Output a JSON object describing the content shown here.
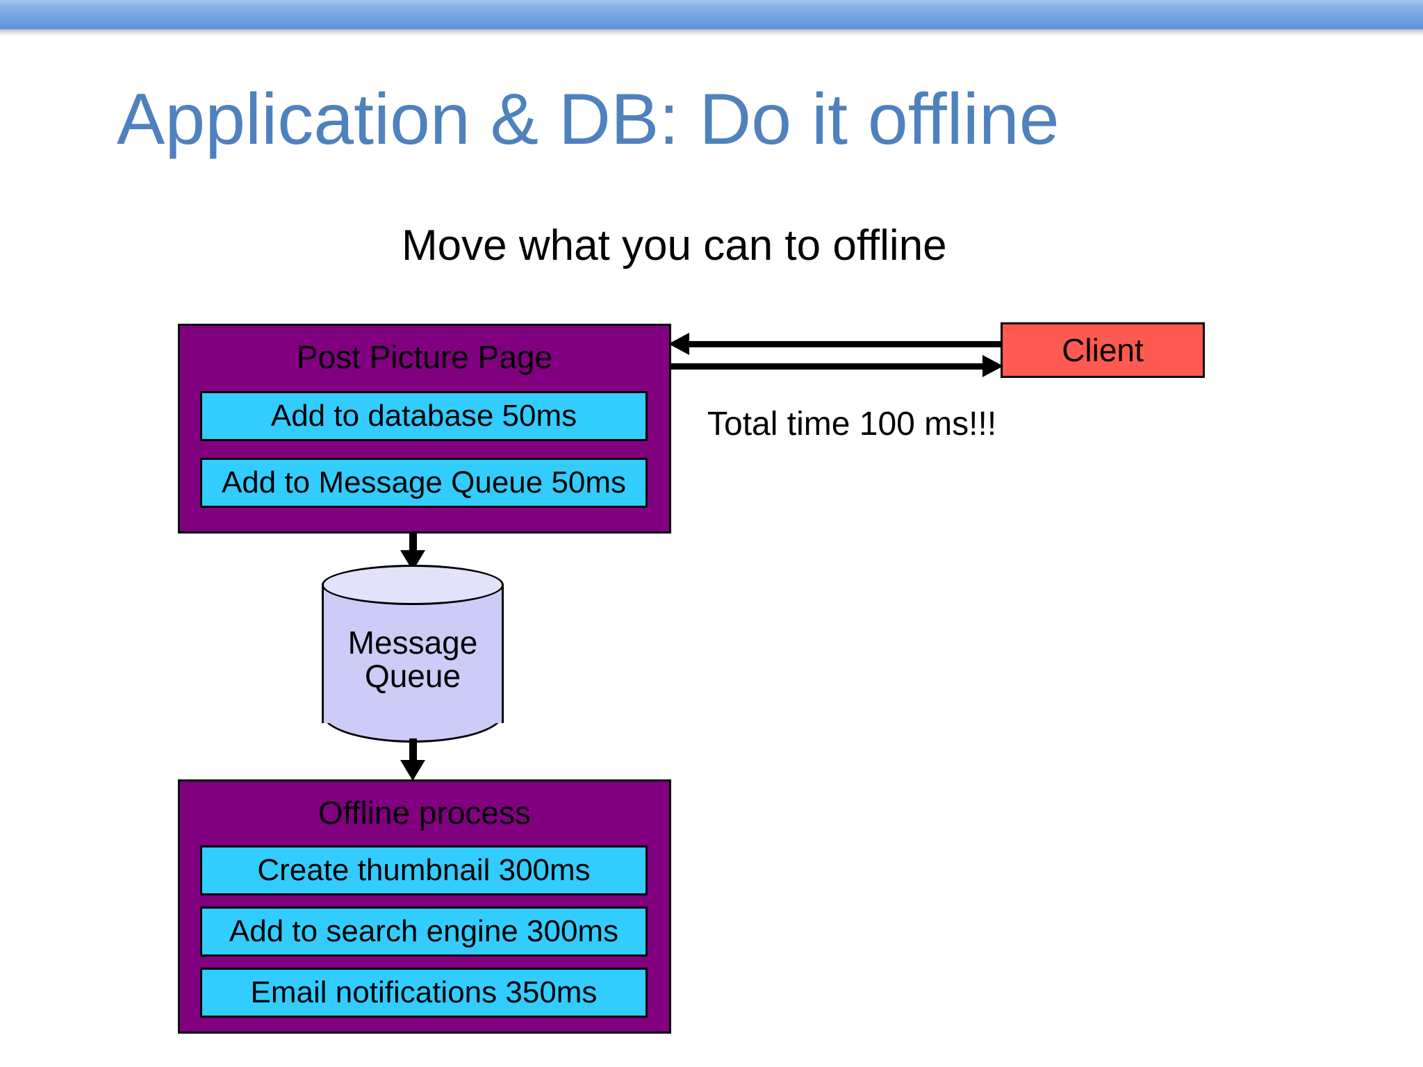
{
  "slide": {
    "title": "Application & DB: Do it offline",
    "subtitle": "Move what you can to offline"
  },
  "colors": {
    "title_blue": "#4f81bd",
    "banner_blue": "#6f9fe0",
    "group_purple": "#800080",
    "step_cyan": "#33ccff",
    "client_red": "#ff5a52",
    "queue_lavender": "#ccccf7",
    "stroke_black": "#000000"
  },
  "diagram": {
    "type": "flow",
    "online_group": {
      "title": "Post Picture Page",
      "steps": [
        {
          "label": "Add to database 50ms",
          "duration_ms": 50
        },
        {
          "label": "Add to Message Queue 50ms",
          "duration_ms": 50
        }
      ]
    },
    "client": {
      "label": "Client"
    },
    "total_time_note": "Total time 100 ms!!!",
    "queue": {
      "label_line1": "Message",
      "label_line2": "Queue"
    },
    "offline_group": {
      "title": "Offline process",
      "steps": [
        {
          "label": "Create thumbnail 300ms",
          "duration_ms": 300
        },
        {
          "label": "Add to search engine 300ms",
          "duration_ms": 300
        },
        {
          "label": "Email notifications 350ms",
          "duration_ms": 350
        }
      ]
    },
    "arrows": [
      {
        "name": "client-to-page",
        "direction": "left"
      },
      {
        "name": "page-to-client",
        "direction": "right"
      },
      {
        "name": "page-to-queue",
        "direction": "down"
      },
      {
        "name": "queue-to-offline",
        "direction": "down"
      }
    ]
  }
}
